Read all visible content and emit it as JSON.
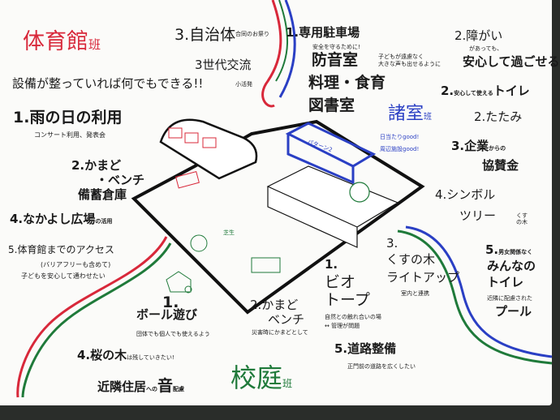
{
  "colors": {
    "gym": "#d8283a",
    "rooms": "#2a3fc4",
    "yard": "#1f7a3a",
    "ink": "#1a1a1a"
  },
  "gym": {
    "title": "体育館",
    "suffix": "班",
    "summary": "設備が整っていれば何でもできる!!",
    "item1": {
      "label": "1.雨の日の利用",
      "note": "コンサート利用、発表会"
    },
    "item2": {
      "label": "2.かまど",
      "label2": "・ベンチ",
      "label3": "備蓄倉庫"
    },
    "item3": {
      "label": "3.自治体",
      "small": "合同のお祭り",
      "label2": "3世代交流",
      "note": "小活発"
    },
    "item4": {
      "label": "4.なかよし広場",
      "small": "の活用"
    },
    "item5": {
      "label": "5.体育館までのアクセス",
      "note1": "(バリアフリーも含めて)",
      "note2": "子どもを安心して通わせたい"
    }
  },
  "rooms": {
    "title": "諸室",
    "suffix": "班",
    "pattern": "パターン2",
    "notes": [
      "日当たりgood!",
      "周辺施設good!"
    ],
    "item1": {
      "label": "1.専用駐車場",
      "note": "安全を守るために!",
      "l2": "防音室",
      "note2a": "子どもが遠慮なく",
      "note2b": "大きな声も出せるように",
      "l3": "料理・食育",
      "l4": "図書室"
    },
    "item2a": {
      "label": "2.障がい",
      "note": "があっても、",
      "l2": "安心して過ごせる"
    },
    "item2b": {
      "num": "2.",
      "small": "安心して使える",
      "label": "トイレ"
    },
    "item2c": {
      "label": "2.たたみ"
    },
    "item3": {
      "label": "3.企業",
      "small": "からの",
      "l2": "協賛金"
    },
    "item4": {
      "label": "4.シンボル",
      "l2": "ツリー",
      "small": "くすの木"
    },
    "item5": {
      "num": "5.",
      "small": "男女関係なく",
      "l2": "みんなの",
      "l3": "トイレ",
      "note": "近隣に配慮された",
      "l4": "プール"
    }
  },
  "yard": {
    "title": "校庭",
    "suffix": "班",
    "lawn": "芝生",
    "ball": {
      "num": "1.",
      "label": "ボール遊び",
      "note": "団体でも個人でも使えるよう"
    },
    "bench": {
      "label": "2.かまど",
      "l2": "ベンチ",
      "note": "災害時にかまどとして"
    },
    "bio": {
      "num": "1.",
      "l1": "ビオ",
      "l2": "トープ",
      "note1": "自然との触れ合いの場",
      "note2": "↔ 管理が問題"
    },
    "kusu": {
      "num": "3.",
      "l1": "くすの木",
      "l2": "ライトアップ",
      "note": "室内と連携"
    },
    "road": {
      "label": "5.道路整備",
      "note": "正門前の道路を広くしたい"
    },
    "sakura": {
      "label": "4.桜の木",
      "note": "は残していきたい!"
    },
    "noise": {
      "label": "近隣住居",
      "small": "への",
      "label2": "音",
      "small2": "配慮"
    }
  }
}
